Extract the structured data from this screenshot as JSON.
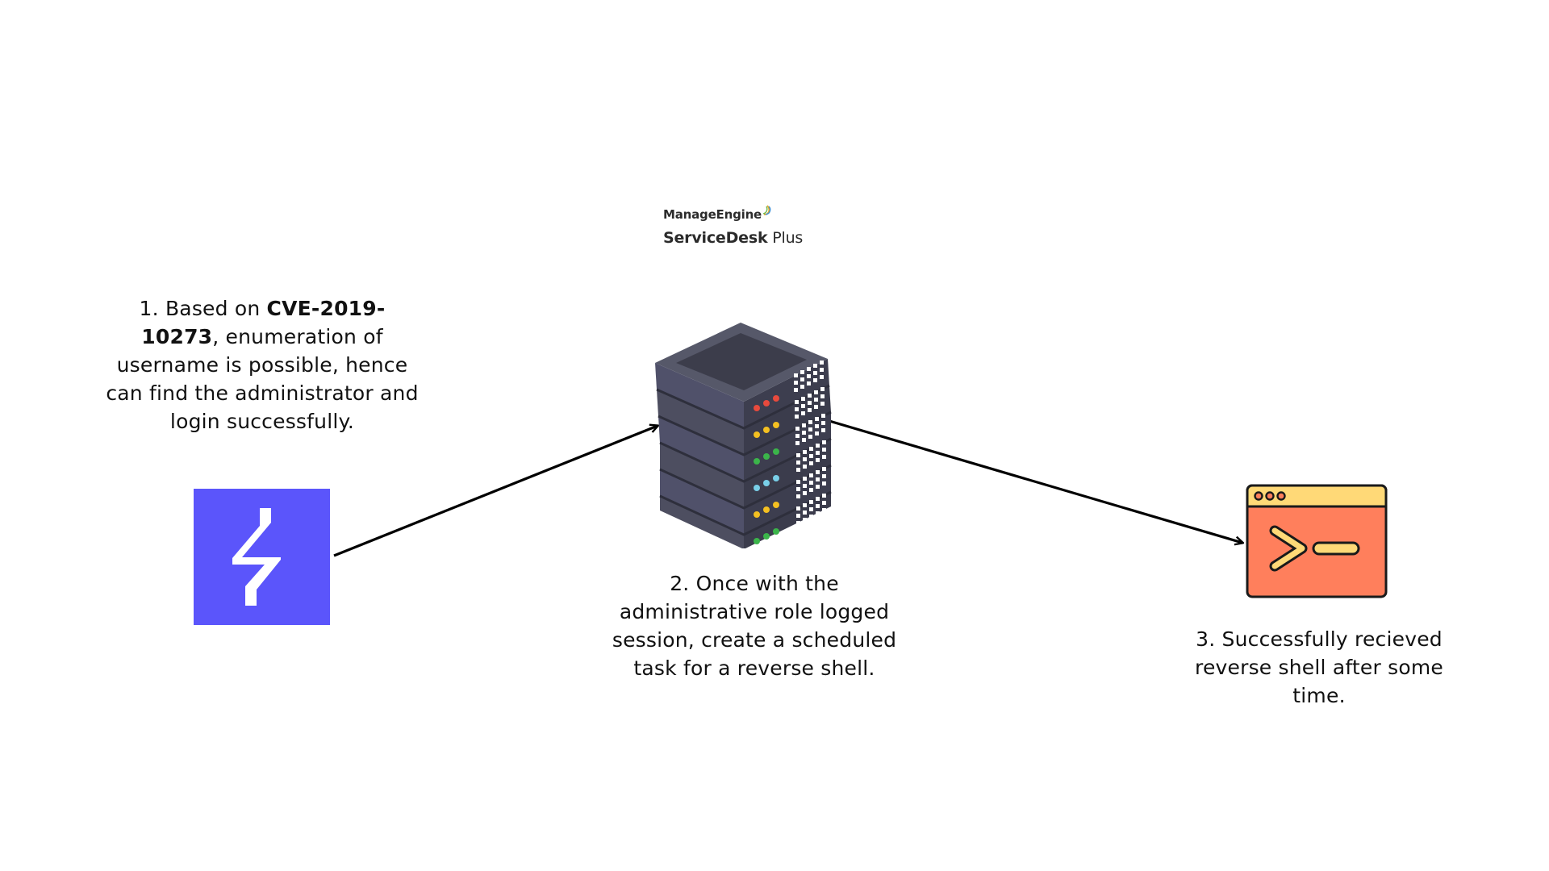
{
  "brand": {
    "company": "ManageEngine",
    "product_bold": "ServiceDesk",
    "product_rest": " Plus"
  },
  "steps": [
    {
      "prefix": "1. Based on ",
      "bold": "CVE-2019-10273",
      "rest": ", enumeration of username is possible, hence can find the administrator and login successfully."
    },
    {
      "text": "2. Once with the administrative role logged session, create a scheduled task for a reverse shell."
    },
    {
      "text": "3. Successfully recieved reverse shell after some time."
    }
  ],
  "icons": {
    "left": "burp-suite-lightning-icon",
    "center": "server-rack-icon",
    "right": "terminal-window-icon"
  },
  "colors": {
    "left_icon_bg": "#5b55fb",
    "terminal_body": "#ff7f5c",
    "terminal_bar": "#ffd977",
    "server_body": "#4a4b5d"
  }
}
